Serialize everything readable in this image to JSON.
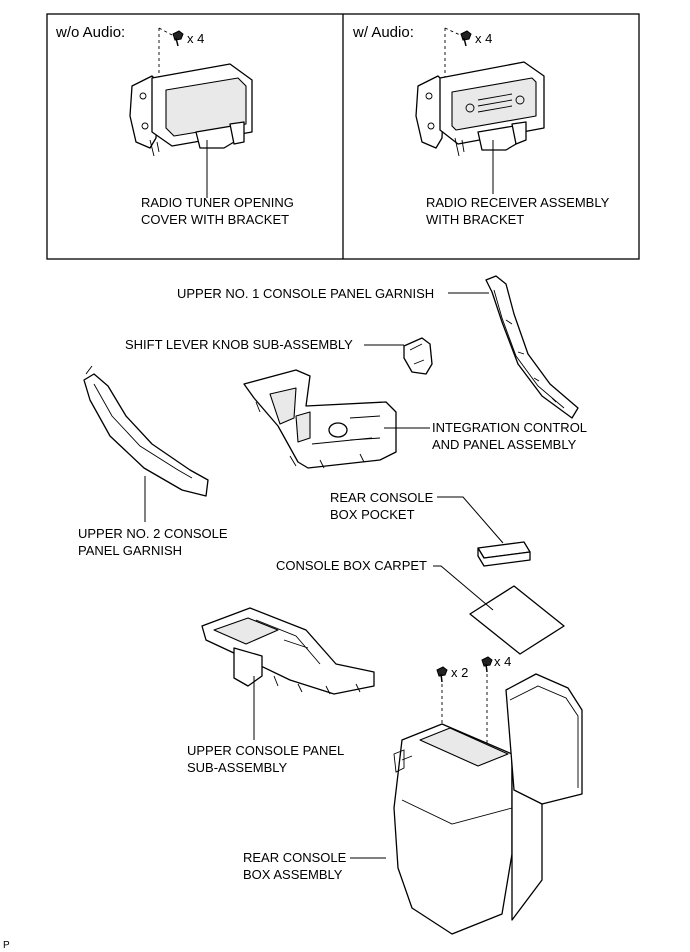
{
  "panels": {
    "left": {
      "title": "w/o Audio:",
      "qty": "x 4",
      "part_line1": "RADIO TUNER OPENING",
      "part_line2": "COVER WITH BRACKET"
    },
    "right": {
      "title": "w/ Audio:",
      "qty": "x 4",
      "part_line1": "RADIO RECEIVER ASSEMBLY",
      "part_line2": "WITH BRACKET"
    }
  },
  "parts": {
    "upper_no1": "UPPER NO. 1 CONSOLE PANEL GARNISH",
    "shift_knob": "SHIFT LEVER KNOB SUB-ASSEMBLY",
    "integration_line1": "INTEGRATION CONTROL",
    "integration_line2": "AND PANEL ASSEMBLY",
    "upper_no2_line1": "UPPER NO. 2 CONSOLE",
    "upper_no2_line2": "PANEL GARNISH",
    "rear_pocket_line1": "REAR CONSOLE",
    "rear_pocket_line2": "BOX POCKET",
    "carpet": "CONSOLE BOX CARPET",
    "upper_panel_line1": "UPPER CONSOLE PANEL",
    "upper_panel_line2": "SUB-ASSEMBLY",
    "rear_box_line1": "REAR CONSOLE",
    "rear_box_line2": "BOX ASSEMBLY",
    "screw_qty_a": "x 2",
    "screw_qty_b": "x 4"
  },
  "corner_code": "P"
}
